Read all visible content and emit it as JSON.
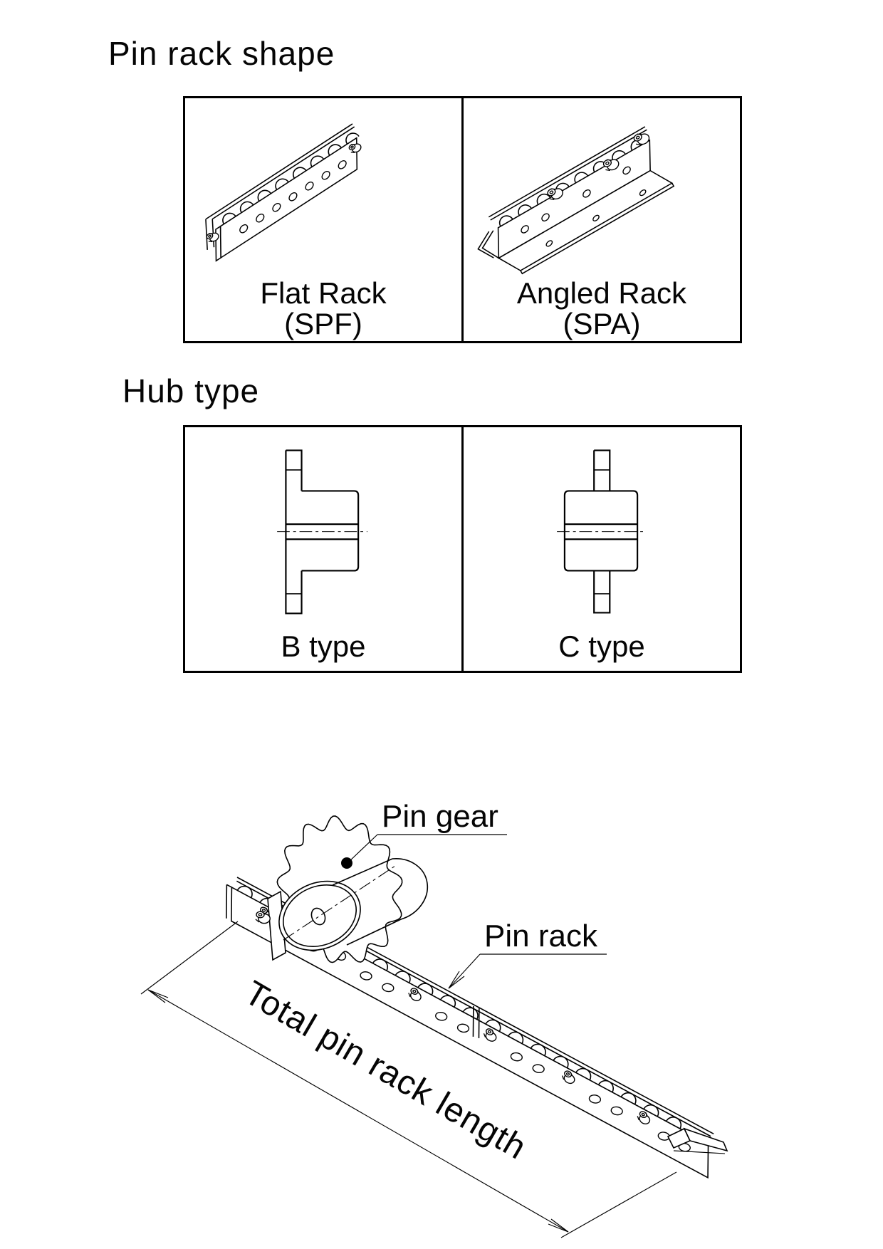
{
  "page": {
    "background": "#ffffff",
    "line_color": "#000000"
  },
  "pin_rack_shape": {
    "title": "Pin rack shape",
    "cells": [
      {
        "name": "Flat Rack",
        "code": "(SPF)",
        "icon": "flat-rack-isometric-drawing"
      },
      {
        "name": "Angled Rack",
        "code": "(SPA)",
        "icon": "angled-rack-isometric-drawing"
      }
    ]
  },
  "hub_type": {
    "title": "Hub type",
    "cells": [
      {
        "label": "B type",
        "icon": "b-type-hub-section-drawing"
      },
      {
        "label": "C type",
        "icon": "c-type-hub-section-drawing"
      }
    ]
  },
  "assembly": {
    "pin_gear_label": "Pin gear",
    "pin_rack_label": "Pin rack",
    "total_length_label": "Total pin rack length",
    "icon": "pin-gear-and-rack-assembly-drawing"
  }
}
